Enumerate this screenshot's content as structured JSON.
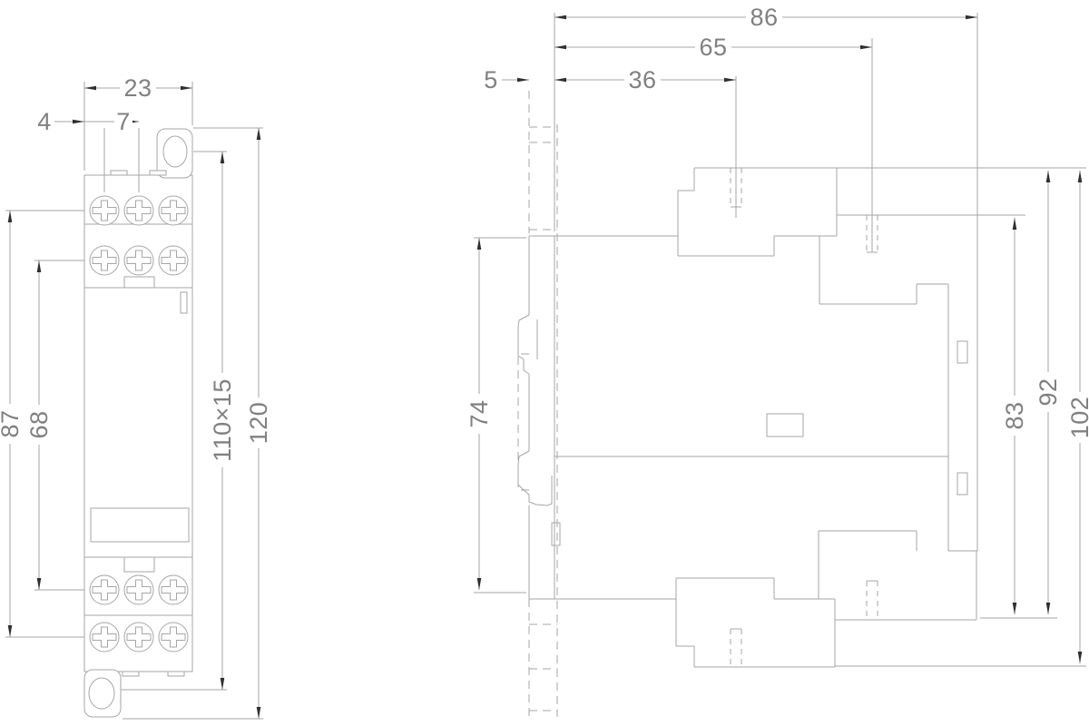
{
  "front_view": {
    "width": "23",
    "screw_offset": "4",
    "screw_pitch": "7",
    "terminal_span_outer": "87",
    "terminal_span_inner": "68",
    "mounting_holes": "110×15",
    "height": "120"
  },
  "side_view": {
    "depth_total": "86",
    "screw_row2_depth": "65",
    "screw_row1_depth": "36",
    "rail_offset": "5",
    "rail_cutout_height": "74",
    "terminal_front_span": "83",
    "body_front_span": "92",
    "height_overall": "102"
  }
}
